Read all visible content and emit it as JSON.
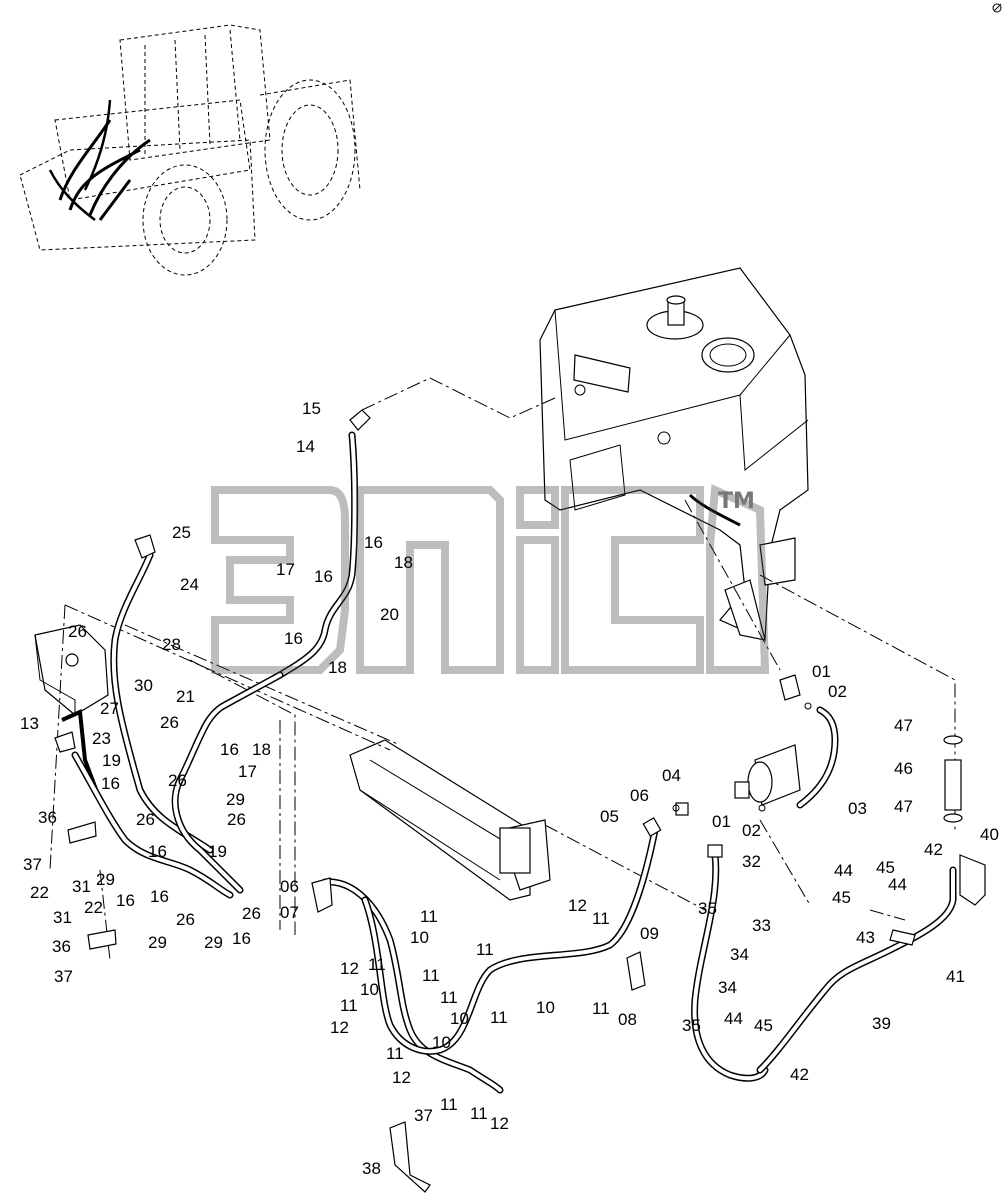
{
  "watermark": {
    "mark": "TM"
  },
  "labels": [
    {
      "id": "l15a",
      "text": "15"
    },
    {
      "id": "l14a",
      "text": "14"
    },
    {
      "id": "l16a",
      "text": "16"
    },
    {
      "id": "l18a",
      "text": "18"
    },
    {
      "id": "l17a",
      "text": "17"
    },
    {
      "id": "l16b",
      "text": "16"
    },
    {
      "id": "l20a",
      "text": "20"
    },
    {
      "id": "l16c",
      "text": "16"
    },
    {
      "id": "l18b",
      "text": "18"
    },
    {
      "id": "l25a",
      "text": "25"
    },
    {
      "id": "l24a",
      "text": "24"
    },
    {
      "id": "l28a",
      "text": "28"
    },
    {
      "id": "l26a",
      "text": "26"
    },
    {
      "id": "l30a",
      "text": "30"
    },
    {
      "id": "l21a",
      "text": "21"
    },
    {
      "id": "l27a",
      "text": "27"
    },
    {
      "id": "l26b",
      "text": "26"
    },
    {
      "id": "l13a",
      "text": "13"
    },
    {
      "id": "l23a",
      "text": "23"
    },
    {
      "id": "l16d",
      "text": "16"
    },
    {
      "id": "l18c",
      "text": "18"
    },
    {
      "id": "l19a",
      "text": "19"
    },
    {
      "id": "l17b",
      "text": "17"
    },
    {
      "id": "l16e",
      "text": "16"
    },
    {
      "id": "l26c",
      "text": "26"
    },
    {
      "id": "l29a",
      "text": "29"
    },
    {
      "id": "l26d",
      "text": "26"
    },
    {
      "id": "l26e",
      "text": "26"
    },
    {
      "id": "l19b",
      "text": "19"
    },
    {
      "id": "l16f",
      "text": "16"
    },
    {
      "id": "l36a",
      "text": "36"
    },
    {
      "id": "l37a",
      "text": "37"
    },
    {
      "id": "l22a",
      "text": "22"
    },
    {
      "id": "l31a",
      "text": "31"
    },
    {
      "id": "l29b",
      "text": "29"
    },
    {
      "id": "l16g",
      "text": "16"
    },
    {
      "id": "l16h",
      "text": "16"
    },
    {
      "id": "l26f",
      "text": "26"
    },
    {
      "id": "l29c",
      "text": "29"
    },
    {
      "id": "l26g",
      "text": "26"
    },
    {
      "id": "l29d",
      "text": "29"
    },
    {
      "id": "l16i",
      "text": "16"
    },
    {
      "id": "l22b",
      "text": "22"
    },
    {
      "id": "l31b",
      "text": "31"
    },
    {
      "id": "l36b",
      "text": "36"
    },
    {
      "id": "l37b",
      "text": "37"
    },
    {
      "id": "l01a",
      "text": "01"
    },
    {
      "id": "l02a",
      "text": "02"
    },
    {
      "id": "l03a",
      "text": "03"
    },
    {
      "id": "l04a",
      "text": "04"
    },
    {
      "id": "l06a",
      "text": "06"
    },
    {
      "id": "l05a",
      "text": "05"
    },
    {
      "id": "l01b",
      "text": "01"
    },
    {
      "id": "l02b",
      "text": "02"
    },
    {
      "id": "l32a",
      "text": "32"
    },
    {
      "id": "l06b",
      "text": "06"
    },
    {
      "id": "l07a",
      "text": "07"
    },
    {
      "id": "l11a",
      "text": "11"
    },
    {
      "id": "l10a",
      "text": "10"
    },
    {
      "id": "l12a",
      "text": "12"
    },
    {
      "id": "l11b",
      "text": "11"
    },
    {
      "id": "l12b",
      "text": "12"
    },
    {
      "id": "l11c",
      "text": "11"
    },
    {
      "id": "l11d",
      "text": "11"
    },
    {
      "id": "l10b",
      "text": "10"
    },
    {
      "id": "l11e",
      "text": "11"
    },
    {
      "id": "l12c",
      "text": "12"
    },
    {
      "id": "l11f",
      "text": "11"
    },
    {
      "id": "l10c",
      "text": "10"
    },
    {
      "id": "l11g",
      "text": "11"
    },
    {
      "id": "l12d",
      "text": "12"
    },
    {
      "id": "l11h",
      "text": "11"
    },
    {
      "id": "l11i",
      "text": "11"
    },
    {
      "id": "l10d",
      "text": "10"
    },
    {
      "id": "l11j",
      "text": "11"
    },
    {
      "id": "l12e",
      "text": "12"
    },
    {
      "id": "l10e",
      "text": "10"
    },
    {
      "id": "l11k",
      "text": "11"
    },
    {
      "id": "l09a",
      "text": "09"
    },
    {
      "id": "l11l",
      "text": "11"
    },
    {
      "id": "l08a",
      "text": "08"
    },
    {
      "id": "l35a",
      "text": "35"
    },
    {
      "id": "l33a",
      "text": "33"
    },
    {
      "id": "l34a",
      "text": "34"
    },
    {
      "id": "l34b",
      "text": "34"
    },
    {
      "id": "l35b",
      "text": "35"
    },
    {
      "id": "l44a",
      "text": "44"
    },
    {
      "id": "l45a",
      "text": "45"
    },
    {
      "id": "l42a",
      "text": "42"
    },
    {
      "id": "l40a",
      "text": "40"
    },
    {
      "id": "l45b",
      "text": "45"
    },
    {
      "id": "l44b",
      "text": "44"
    },
    {
      "id": "l47a",
      "text": "47"
    },
    {
      "id": "l46a",
      "text": "46"
    },
    {
      "id": "l47b",
      "text": "47"
    },
    {
      "id": "l43a",
      "text": "43"
    },
    {
      "id": "l41a",
      "text": "41"
    },
    {
      "id": "l39a",
      "text": "39"
    },
    {
      "id": "l44c",
      "text": "44"
    },
    {
      "id": "l45c",
      "text": "45"
    },
    {
      "id": "l42b",
      "text": "42"
    },
    {
      "id": "l37c",
      "text": "37"
    },
    {
      "id": "l38a",
      "text": "38"
    }
  ]
}
